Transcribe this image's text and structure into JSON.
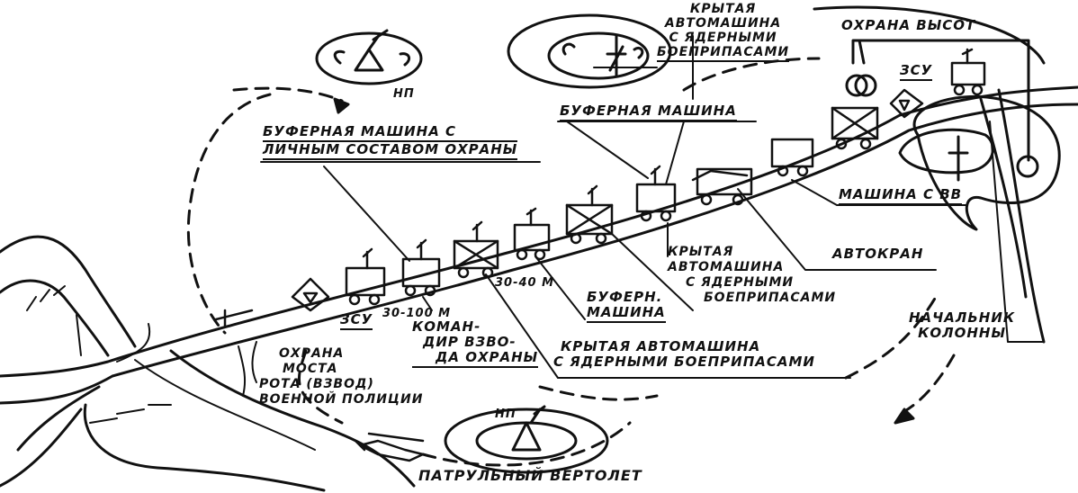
{
  "labels": {
    "np_top": "НП",
    "np_bottom": "НП",
    "covered_truck_top": [
      "КРЫТАЯ",
      "АВТОМАШИНА",
      "С ЯДЕРНЫМИ",
      "БОЕПРИПАСАМИ"
    ],
    "heights_guard": "ОХРАНА ВЫСОТ",
    "zsu_right": "ЗСУ",
    "buffer_machine_top": "БУФЕРНАЯ МАШИНА",
    "buffer_machine_guard": [
      "БУФЕРНАЯ МАШИНА С",
      "ЛИЧНЫМ СОСТАВОМ ОХРАНЫ"
    ],
    "explosives_truck": "МАШИНА С ВВ",
    "crane": "АВТОКРАН",
    "covered_truck_middle": [
      "КРЫТАЯ",
      "АВТОМАШИНА",
      "С ЯДЕРНЫМИ",
      "БОЕПРИПАСАМИ"
    ],
    "buffer_machine_small": [
      "БУФЕРН.",
      "МАШИНА"
    ],
    "distance_1": "30-40 m",
    "distance_2": "30-100 m",
    "zsu_left": "ЗСУ",
    "commander": [
      "КОМАН-",
      "ДИР ВЗВО-",
      "ДА ОХРАНЫ"
    ],
    "covered_truck_bottom": [
      "КРЫТАЯ АВТОМАШИНА",
      "С ЯДЕРНЫМИ БОЕПРИПАСАМИ"
    ],
    "bridge_guard": [
      "ОХРАНА",
      "МОСТА",
      "РОТА (ВЗВОД)",
      "ВОЕННОЙ ПОЛИЦИИ"
    ],
    "column_head": [
      "НАЧАЛЬНИК",
      "КОЛОННЫ"
    ],
    "patrol_helicopter": "ПАТРУЛЬНЫЙ ВЕРТОЛЕТ"
  }
}
